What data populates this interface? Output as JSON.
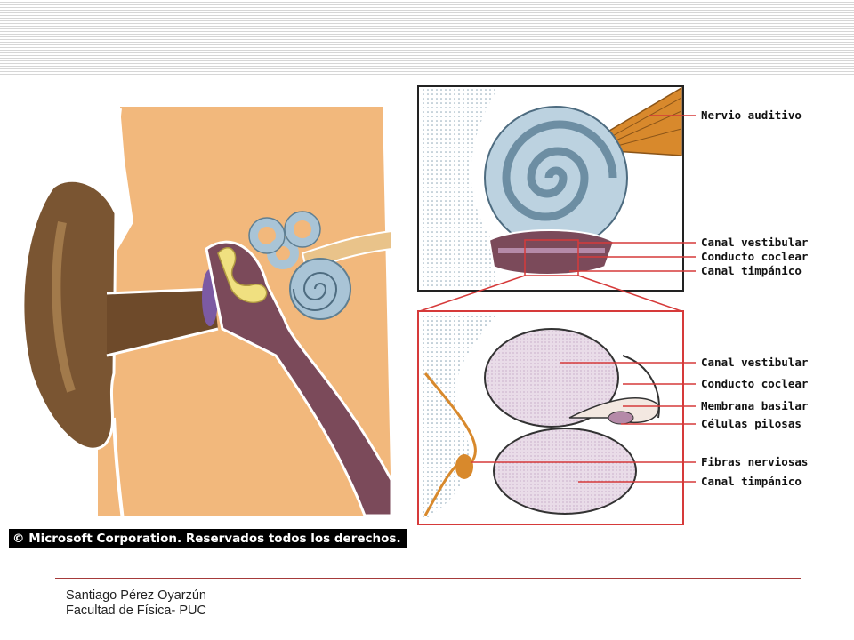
{
  "top_labels": {
    "nervio": "Nervio auditivo",
    "canal_vestibular": "Canal vestibular",
    "conducto_coclear": "Conducto coclear",
    "canal_timpanico": "Canal timpánico"
  },
  "bottom_labels": {
    "canal_vestibular": "Canal vestibular",
    "conducto_coclear": "Conducto coclear",
    "membrana_basilar": "Membrana basilar",
    "celulas_pilosas": "Células pilosas",
    "fibras_nerviosas": "Fibras nerviosas",
    "canal_timpanico": "Canal timpánico"
  },
  "copyright": "© Microsoft Corporation. Reservados todos los derechos.",
  "footer": {
    "author": "Santiago Pérez Oyarzún",
    "affiliation": "Facultad de Física- PUC"
  },
  "colors": {
    "skin": "#f2b87c",
    "ear_dark": "#6e4a2a",
    "middle_ear": "#7b4a5a",
    "cochlea_blue": "#a9c4d6",
    "nerve_orange": "#d8892c",
    "pointer_red": "#d63a3a",
    "membrane_purple": "#b58aa8"
  }
}
